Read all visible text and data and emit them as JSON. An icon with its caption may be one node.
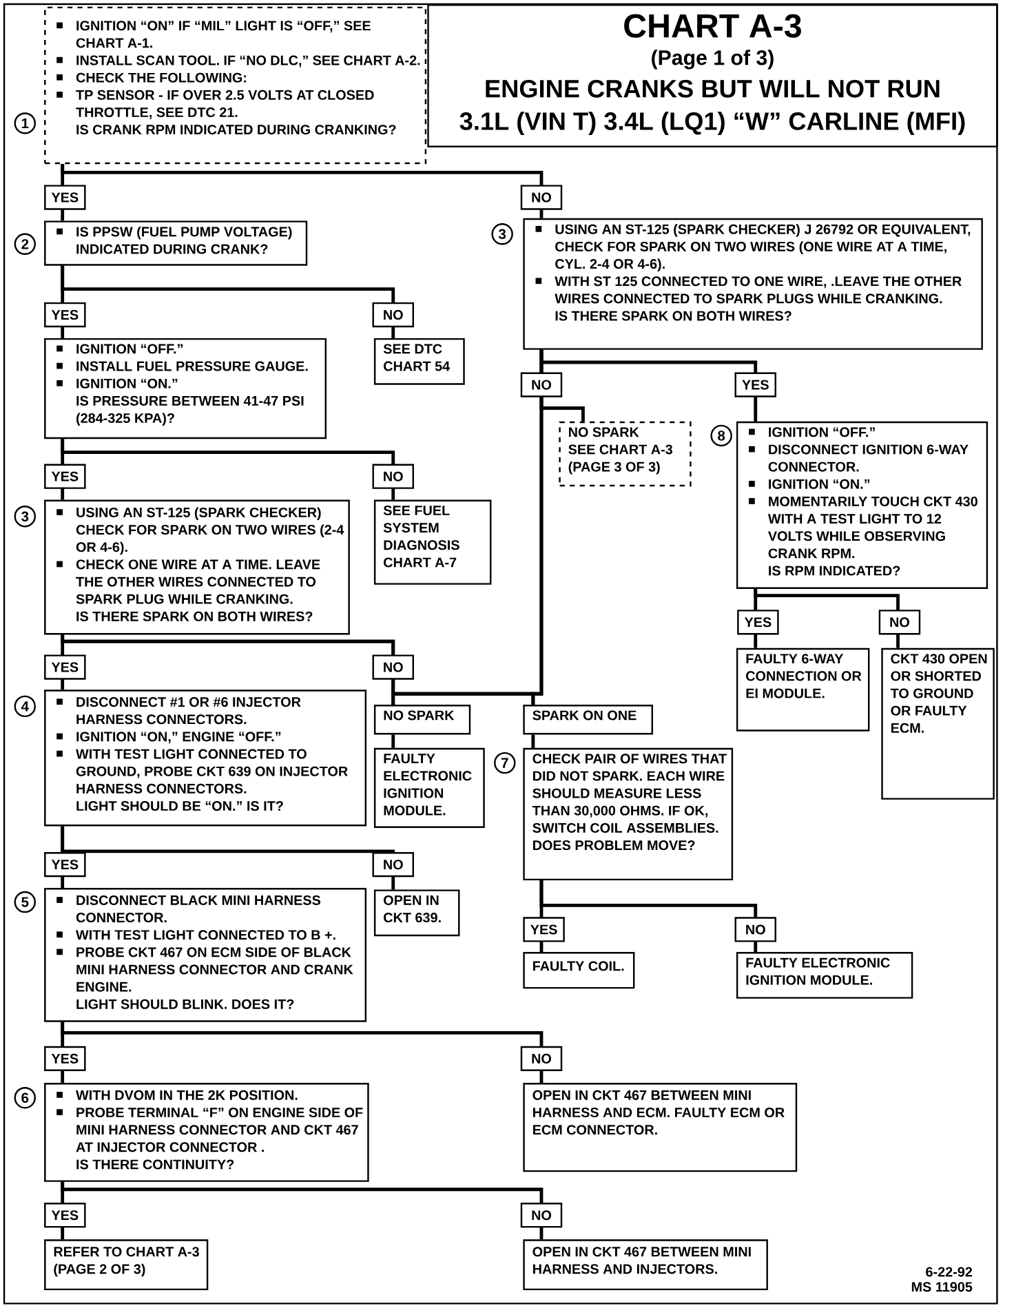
{
  "diagram": {
    "nodes": [
      {
        "text": [
          "CHART A-3",
          "(Page 1 of 3)",
          "ENGINE CRANKS BUT WILL NOT RUN",
          "3.1L  (VIN T)  3.4L (LQ1)  “W”  CARLINE  (MFI)"
        ]
      },
      {
        "text": [
          "IGNITION “ON” IF “MIL” LIGHT IS “OFF,” SEE CHART A-1.",
          "INSTALL SCAN TOOL. IF “NO DLC,” SEE CHART A-2.",
          "CHECK THE FOLLOWING:",
          "TP SENSOR - IF OVER 2.5 VOLTS AT CLOSED THROTTLE, SEE DTC 21.",
          "IS CRANK RPM INDICATED DURING CRANKING?"
        ],
        "beside": [
          "1"
        ]
      },
      {
        "text": [
          "IS PPSW (FUEL PUMP VOLTAGE) INDICATED DURING CRANK?"
        ],
        "beside": [
          "2"
        ]
      },
      {
        "text": [
          "USING AN ST-125 (SPARK CHECKER) J 26792 OR EQUIVALENT, CHECK FOR SPARK ON TWO WIRES (ONE WIRE AT A TIME, CYL. 2-4 OR 4-6).",
          "WITH ST 125 CONNECTED TO ONE WIRE, .LEAVE THE OTHER WIRES CONNECTED TO SPARK PLUGS WHILE CRANKING.",
          "IS THERE SPARK ON BOTH WIRES?"
        ],
        "beside": [
          "3"
        ]
      },
      {
        "text": [
          "IGNITION “OFF.”",
          "INSTALL FUEL PRESSURE GAUGE.",
          "IGNITION “ON.”",
          "IS PRESSURE BETWEEN 41-47 PSI (284-325 KPA)?"
        ]
      },
      {
        "text": [
          "SEE DTC CHART 54"
        ]
      },
      {
        "text": [
          "NO SPARK",
          "SEE CHART A-3 (PAGE 3 OF 3)"
        ]
      },
      {
        "text": [
          "IGNITION “OFF.”",
          "DISCONNECT IGNITION 6-WAY CONNECTOR.",
          "IGNITION “ON.”",
          "MOMENTARILY TOUCH CKT 430 WITH A TEST LIGHT TO 12 VOLTS WHILE OBSERVING CRANK RPM.",
          "IS RPM INDICATED?"
        ],
        "beside": [
          "8"
        ]
      },
      {
        "text": [
          "USING AN ST-125 (SPARK CHECKER) CHECK FOR SPARK ON TWO WIRES (2-4 OR 4-6).",
          "CHECK ONE WIRE AT A TIME.  LEAVE THE OTHER WIRES CONNECTED TO SPARK PLUG WHILE CRANKING.",
          "IS THERE SPARK ON BOTH WIRES?"
        ],
        "beside": [
          "3"
        ]
      },
      {
        "text": [
          "SEE FUEL SYSTEM DIAGNOSIS CHART A-7"
        ]
      },
      {
        "text": [
          "FAULTY 6-WAY CONNECTION OR EI MODULE."
        ]
      },
      {
        "text": [
          "CKT 430 OPEN OR SHORTED TO GROUND OR FAULTY ECM."
        ]
      },
      {
        "text": [
          "DISCONNECT #1 OR #6 INJECTOR HARNESS CONNECTORS.",
          "IGNITION “ON,” ENGINE “OFF.”",
          "WITH TEST LIGHT CONNECTED TO GROUND, PROBE CKT 639 ON INJECTOR HARNESS CONNECTORS.",
          "LIGHT SHOULD BE “ON.”  IS IT?"
        ],
        "beside": [
          "4"
        ]
      },
      {
        "text": [
          "NO SPARK"
        ]
      },
      {
        "text": [
          "SPARK ON ONE"
        ]
      },
      {
        "text": [
          "FAULTY ELECTRONIC IGNITION MODULE."
        ]
      },
      {
        "text": [
          "CHECK PAIR OF WIRES THAT DID NOT SPARK. EACH WIRE SHOULD MEASURE LESS THAN 30,000 OHMS.  IF OK, SWITCH COIL ASSEMBLIES.",
          "DOES PROBLEM MOVE?"
        ],
        "beside": [
          "7"
        ]
      },
      {
        "text": [
          "DISCONNECT BLACK MINI HARNESS CONNECTOR.",
          "WITH TEST LIGHT CONNECTED TO B +.",
          "PROBE CKT 467 ON ECM SIDE OF BLACK MINI HARNESS CONNECTOR AND CRANK ENGINE.",
          "LIGHT SHOULD BLINK. DOES IT?"
        ],
        "beside": [
          "5"
        ]
      },
      {
        "text": [
          "OPEN IN CKT 639."
        ]
      },
      {
        "text": [
          "FAULTY COIL."
        ]
      },
      {
        "text": [
          "FAULTY ELECTRONIC IGNITION MODULE."
        ]
      },
      {
        "text": [
          "WITH DVOM IN THE 2K POSITION.",
          "PROBE TERMINAL “F” ON ENGINE SIDE OF MINI HARNESS CONNECTOR AND CKT 467 AT INJECTOR CONNECTOR .",
          "IS THERE CONTINUITY?"
        ],
        "beside": [
          "6"
        ]
      },
      {
        "text": [
          "OPEN IN CKT 467 BETWEEN MINI HARNESS AND ECM.  FAULTY ECM OR ECM CONNECTOR."
        ]
      },
      {
        "text": [
          "REFER TO CHART A-3 (PAGE 2 OF 3)"
        ]
      },
      {
        "text": [
          "OPEN IN CKT 467 BETWEEN MINI HARNESS AND INJECTORS."
        ]
      }
    ],
    "edges": [
      {
        "from": 1,
        "to": 2,
        "arrow": "none",
        "label": "YES"
      },
      {
        "from": 1,
        "to": 3,
        "arrow": "none",
        "label": "NO"
      },
      {
        "from": 2,
        "to": 4,
        "arrow": "none",
        "label": "YES"
      },
      {
        "from": 2,
        "to": 5,
        "arrow": "none",
        "label": "NO"
      },
      {
        "from": 4,
        "to": 8,
        "arrow": "none",
        "label": "YES"
      },
      {
        "from": 4,
        "to": 9,
        "arrow": "none",
        "label": "NO"
      },
      {
        "from": 3,
        "to": 6,
        "arrow": "none",
        "label": "NO"
      },
      {
        "from": 3,
        "to": 7,
        "arrow": "none",
        "label": "YES"
      },
      {
        "from": 7,
        "to": 10,
        "arrow": "none",
        "label": "YES"
      },
      {
        "from": 7,
        "to": 11,
        "arrow": "none",
        "label": "NO"
      },
      {
        "from": 8,
        "to": 12,
        "arrow": "none",
        "label": "YES"
      },
      {
        "from": 8,
        "to": 13,
        "arrow": "none",
        "label": "NO"
      },
      {
        "from": 8,
        "to": 14,
        "arrow": "none"
      },
      {
        "from": 3,
        "to": 13,
        "arrow": "none"
      },
      {
        "from": 3,
        "to": 14,
        "arrow": "none"
      },
      {
        "from": 13,
        "to": 15,
        "arrow": "none"
      },
      {
        "from": 14,
        "to": 16,
        "arrow": "none"
      },
      {
        "from": 16,
        "to": 19,
        "arrow": "none",
        "label": "YES"
      },
      {
        "from": 16,
        "to": 20,
        "arrow": "none",
        "label": "NO"
      },
      {
        "from": 12,
        "to": 17,
        "arrow": "none",
        "label": "YES"
      },
      {
        "from": 12,
        "to": 18,
        "arrow": "none",
        "label": "NO"
      },
      {
        "from": 17,
        "to": 21,
        "arrow": "none",
        "label": "YES"
      },
      {
        "from": 17,
        "to": 22,
        "arrow": "none",
        "label": "NO"
      },
      {
        "from": 21,
        "to": 23,
        "arrow": "none",
        "label": "YES"
      },
      {
        "from": 21,
        "to": 24,
        "arrow": "none",
        "label": "NO"
      }
    ],
    "labels": [
      "6-22-92",
      "MS 11905"
    ]
  }
}
